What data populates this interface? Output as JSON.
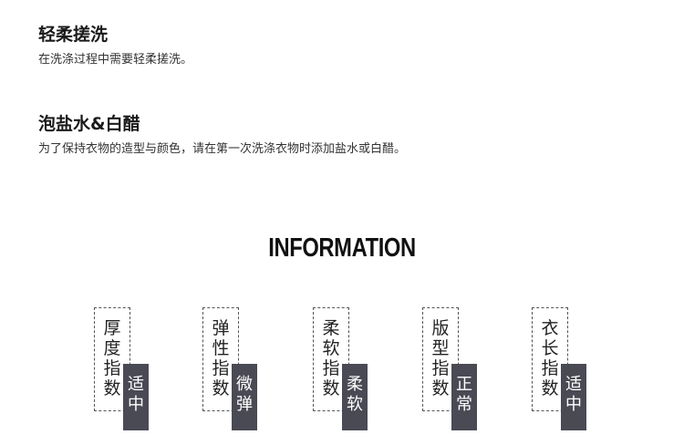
{
  "care": [
    {
      "title": "轻柔搓洗",
      "desc": "在洗涤过程中需要轻柔搓洗。"
    },
    {
      "title": "泡盐水&白醋",
      "desc": "为了保持衣物的造型与颜色，请在第一次洗涤衣物时添加盐水或白醋。"
    }
  ],
  "info": {
    "heading": "INFORMATION",
    "cards": [
      {
        "label": "厚度指数",
        "value": "适中"
      },
      {
        "label": "弹性指数",
        "value": "微弹"
      },
      {
        "label": "柔软指数",
        "value": "柔软"
      },
      {
        "label": "版型指数",
        "value": "正常"
      },
      {
        "label": "衣长指数",
        "value": "适中"
      }
    ]
  },
  "colors": {
    "value_badge_bg": "#4a4a55",
    "text": "#222222"
  }
}
